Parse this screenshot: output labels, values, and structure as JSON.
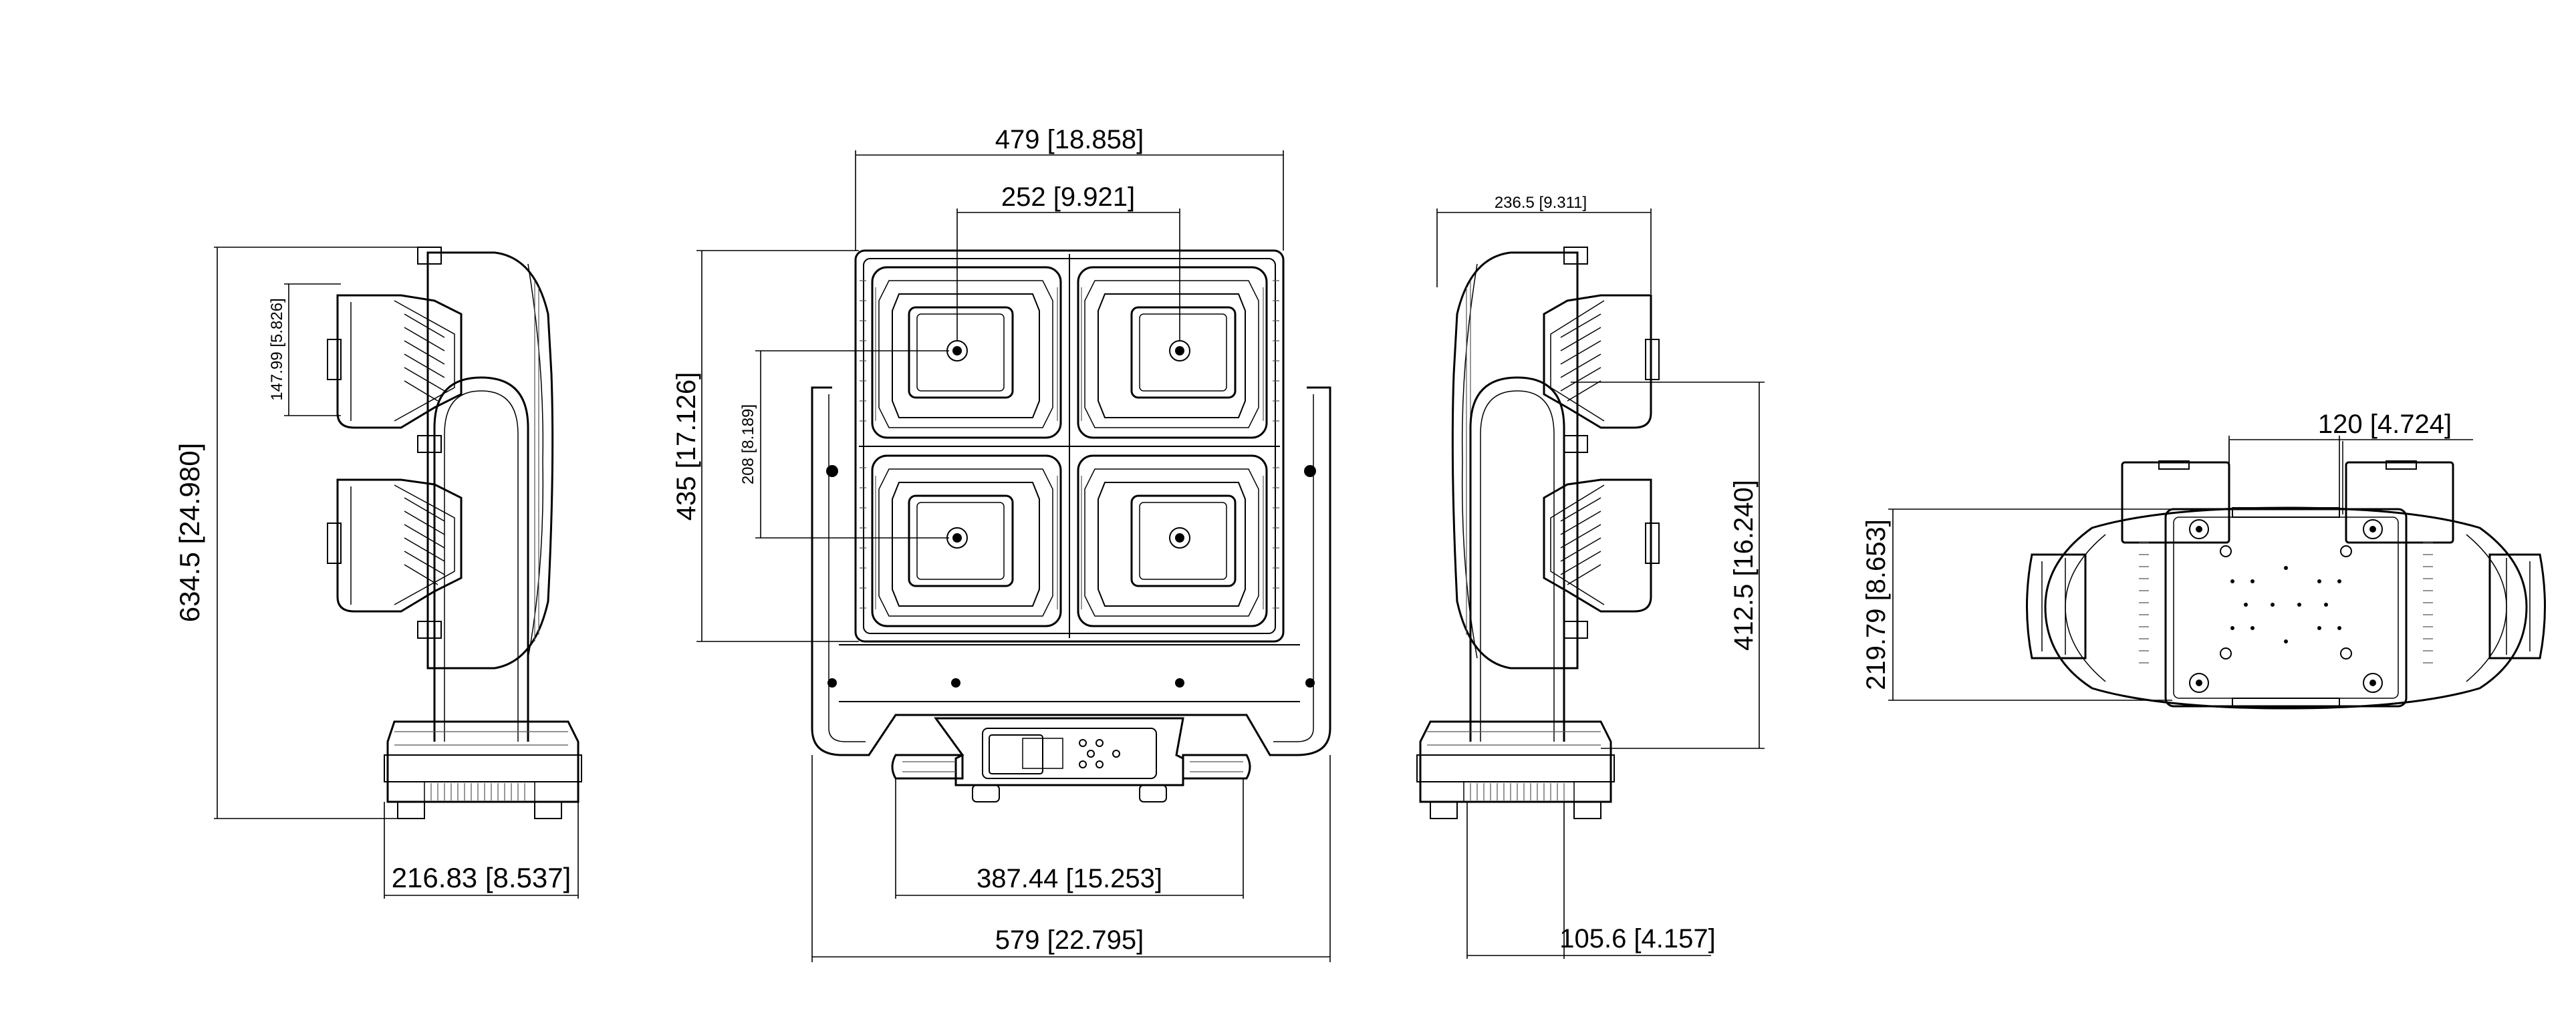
{
  "dimensions": {
    "side_left": {
      "overall_height": "634.5 [24.980]",
      "head_spacing": "147.99 [5.826]",
      "base_depth": "216.83 [8.537]"
    },
    "front": {
      "overall_width": "479 [18.858]",
      "inner_width": "252 [9.921]",
      "head_height": "435 [17.126]",
      "inner_height": "208 [8.189]",
      "base_width": "387.44 [15.253]",
      "yoke_width": "579 [22.795]"
    },
    "side_right": {
      "head_depth": "236.5 [9.311]",
      "pivot_height": "412.5 [16.240]",
      "base_offset": "105.6 [4.157]"
    },
    "bottom": {
      "mount_spacing": "120 [4.724]",
      "base_width": "219.79 [8.653]"
    }
  },
  "colors": {
    "line": "#000000",
    "background": "#ffffff"
  }
}
